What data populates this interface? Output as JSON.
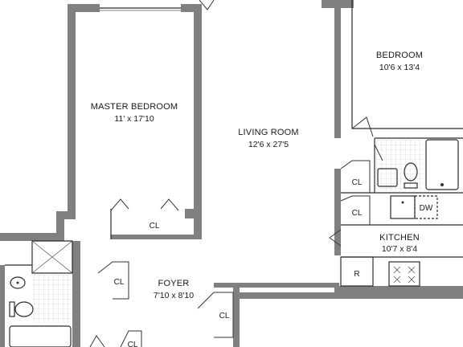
{
  "rooms": {
    "master_bedroom": {
      "name": "MASTER BEDROOM",
      "dims": "11' x 17'10"
    },
    "living_room": {
      "name": "LIVING ROOM",
      "dims": "12'6 x 27'5"
    },
    "bedroom": {
      "name": "BEDROOM",
      "dims": "10'6 x 13'4"
    },
    "kitchen": {
      "name": "KITCHEN",
      "dims": "10'7 x 8'4"
    },
    "foyer": {
      "name": "FOYER",
      "dims": "7'10 x 8'10"
    }
  },
  "closets": {
    "label": "CL"
  },
  "appliances": {
    "dishwasher": "DW",
    "refrigerator": "R"
  },
  "colors": {
    "wall": "#808080",
    "line": "#2b2b2b",
    "fixture": "#555555"
  }
}
